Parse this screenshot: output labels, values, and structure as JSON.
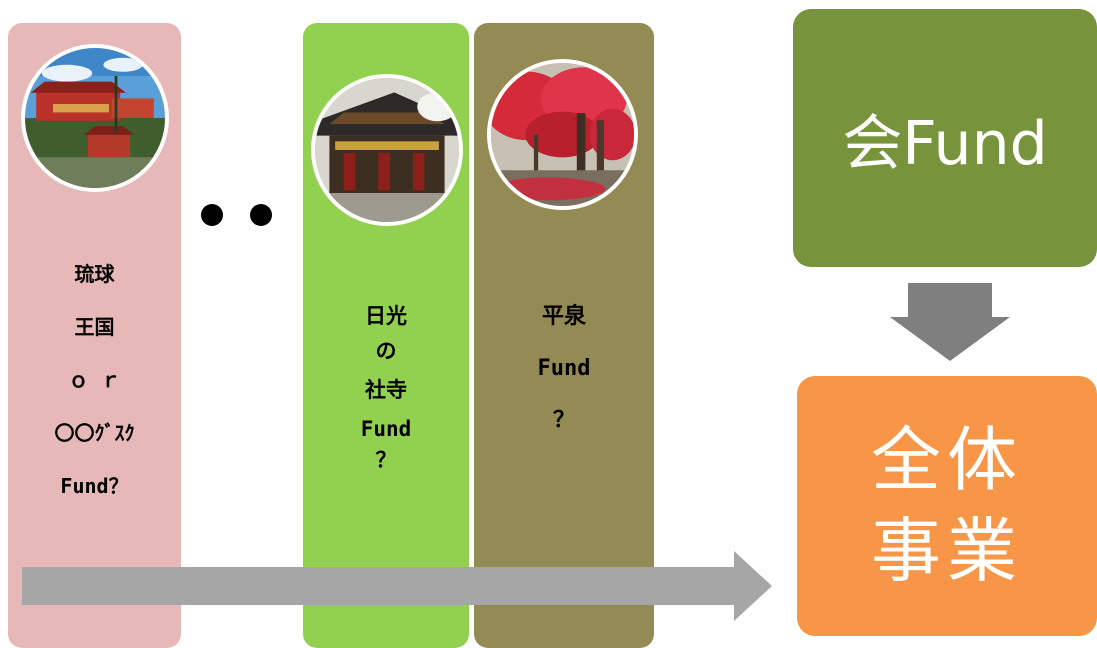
{
  "columns": [
    {
      "id": "ryukyu",
      "photo": "shuri-castle-photo",
      "lines": [
        "琉球",
        "王国",
        "ｏ ｒ",
        "〇〇ｸﾞｽｸ",
        "Fund？"
      ]
    },
    {
      "id": "nikko",
      "photo": "nikko-shrine-photo",
      "lines": [
        "日光",
        "の",
        "社寺",
        "Fund",
        "？"
      ]
    },
    {
      "id": "hiraizumi",
      "photo": "autumn-maple-photo",
      "lines": [
        "平泉",
        "Fund",
        "？"
      ]
    }
  ],
  "kai_box": {
    "label": "会Fund"
  },
  "zentai_box": {
    "line1": "全体",
    "line2": "事業"
  },
  "colors": {
    "ryukyu": "#e6b9b8",
    "nikko": "#92d050",
    "hiraizumi": "#948a54",
    "kai": "#77933c",
    "zentai": "#f79646",
    "arrow": "#a6a6a6",
    "arrow_down": "#7f7f7f"
  }
}
